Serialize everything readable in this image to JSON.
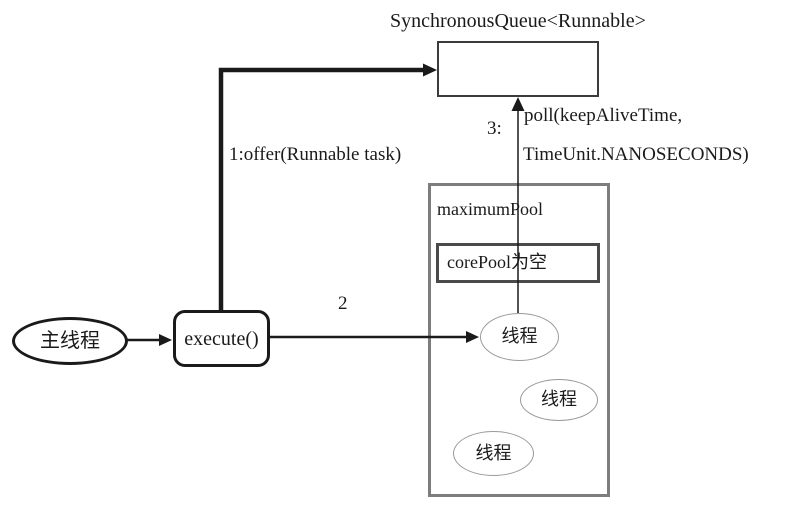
{
  "diagram": {
    "title": "SynchronousQueue<Runnable>",
    "nodes": {
      "main_thread": "主线程",
      "execute": "execute()",
      "maximum_pool_label": "maximumPool",
      "core_pool": "corePool为空",
      "thread1": "线程",
      "thread2": "线程",
      "thread3": "线程"
    },
    "edges": {
      "offer_label": "1:offer(Runnable task)",
      "step2_label": "2",
      "step3_label": "3:",
      "poll_line1": "poll(keepAliveTime,",
      "poll_line2": "TimeUnit.NANOSECONDS)"
    },
    "colors": {
      "background": "#ffffff",
      "text": "#1a1a1a",
      "line": "#1a1a1a",
      "box_border": "#3c3c3c",
      "inner_box_border": "#4a4a4a",
      "pool_border": "#7d7d7d",
      "thread_ellipse_border": "#9a9a9a"
    }
  }
}
